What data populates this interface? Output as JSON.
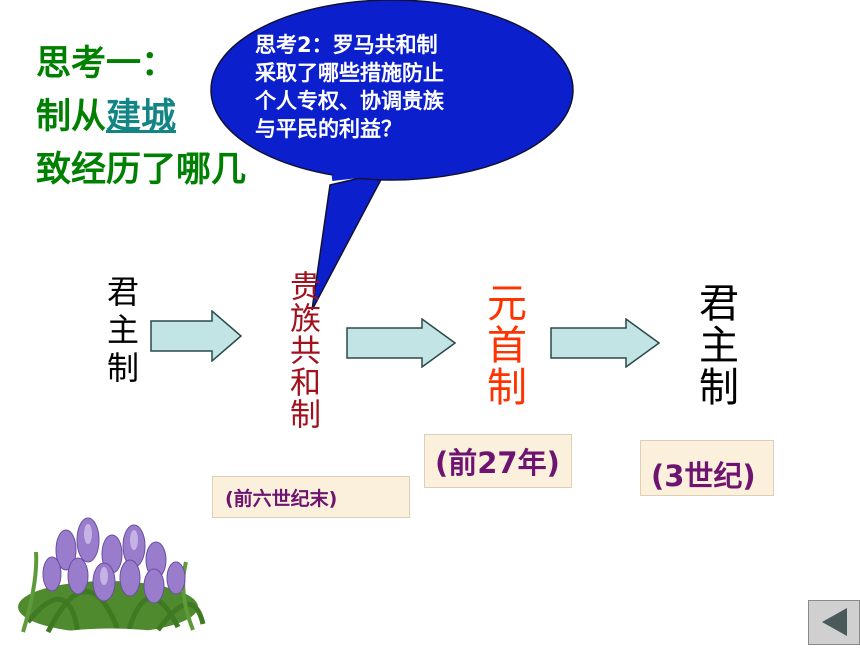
{
  "question1": {
    "line1": "思考一：",
    "line2_prefix": "制从",
    "line2_link": "建城",
    "line3": "致经历了哪几"
  },
  "callout": {
    "lines": [
      "思考2：罗马共和制",
      "采取了哪些措施防止",
      "个人专权、协调贵族",
      "与平民的利益？"
    ]
  },
  "stages": [
    {
      "label": "君主制",
      "date": ""
    },
    {
      "label": "贵族共和制",
      "date": "(前六世纪末)"
    },
    {
      "label": "元首制",
      "date": "(前27年)"
    },
    {
      "label": "君主制",
      "date": "(3世纪)"
    }
  ],
  "colors": {
    "question": "#008000",
    "bubble": "#0c1fcc",
    "arrow_fill": "#c2e4e4",
    "aristocratic": "#a0121e",
    "principate": "#ff3300",
    "date_text": "#6e1470"
  },
  "nav": {
    "back_icon": "back-triangle-icon"
  }
}
